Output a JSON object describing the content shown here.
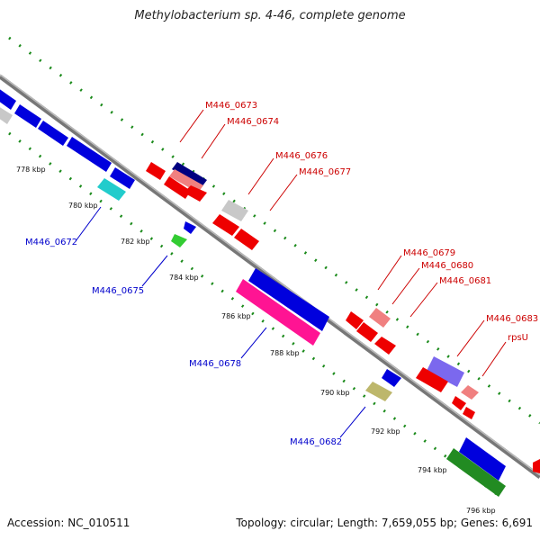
{
  "title": "Methylobacterium sp. 4-46, complete genome",
  "accession": "Accession: NC_010511",
  "topology": "Topology: circular; Length: 7,659,055 bp; Genes: 6,691",
  "colors": {
    "backbone": "#8a8a8a",
    "dots": "#1a8a1a",
    "label_forward": "#cc0000",
    "label_reverse": "#0000cc"
  },
  "ticks": [
    "778 kbp",
    "780 kbp",
    "782 kbp",
    "784 kbp",
    "786 kbp",
    "788 kbp",
    "790 kbp",
    "792 kbp",
    "794 kbp",
    "796 kbp"
  ],
  "forward_labels": [
    "M446_0673",
    "M446_0674",
    "M446_0676",
    "M446_0677",
    "M446_0679",
    "M446_0680",
    "M446_0681",
    "M446_0683",
    "rpsU"
  ],
  "reverse_labels": [
    "M446_0672",
    "M446_0675",
    "M446_0678",
    "M446_0682"
  ]
}
